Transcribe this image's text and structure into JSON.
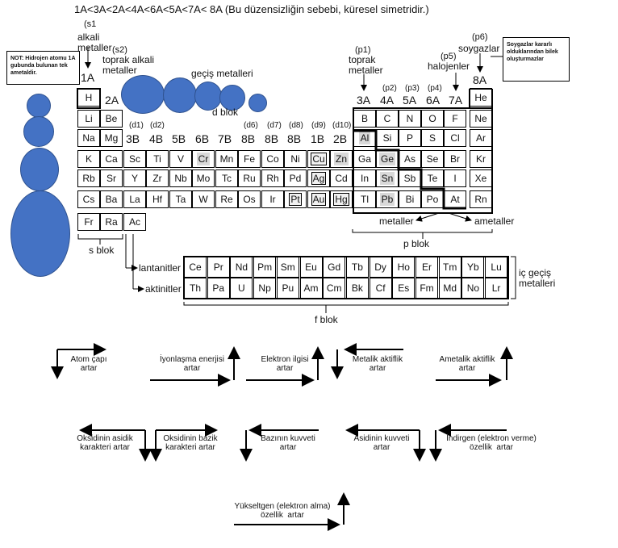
{
  "title": "1A<3A<2A<4A<6A<5A<7A< 8A (Bu düzensizliğin sebebi, küresel simetridir.)",
  "note_h": "NOT: Hidrojen atomu 1A gubunda bulunan tek ametaldir.",
  "note_noble": "Soygazlar kararlı olduklarından bilek oluşturmazlar",
  "labels": {
    "s1": "(s1",
    "alkali": "alkali\nmetaller",
    "s2": "(s2)",
    "toprak_alkali": "toprak alkali\nmetaller",
    "gecis": "geçiş metalleri",
    "d_blok": "d blok",
    "p1": "(p1)",
    "toprak_metaller": "toprak\nmetaller",
    "p5": "(p5)",
    "halojenler": "halojenler",
    "p6": "(p6)",
    "soygazlar": "soygazlar",
    "s_blok": "s blok",
    "p_blok": "p blok",
    "f_blok": "f blok",
    "metaller": "metaller",
    "ametaller": "ametaller",
    "lantanitler": "lantanitler",
    "aktinitler": "aktinitler",
    "ic_gecis": "iç geçiş\nmetalleri"
  },
  "groups": {
    "g1A": "1A",
    "g2A": "2A",
    "g3A": "3A",
    "g4A": "4A",
    "g5A": "5A",
    "g6A": "6A",
    "g7A": "7A",
    "g8A": "8A",
    "g3B": "3B",
    "g4B": "4B",
    "g5B": "5B",
    "g6B": "6B",
    "g7B": "7B",
    "g8B1": "8B",
    "g8B2": "8B",
    "g8B3": "8B",
    "g1B": "1B",
    "g2B": "2B",
    "p2": "(p2)",
    "p3": "(p3)",
    "p4": "(p4)",
    "d1": "(d1)",
    "d2": "(d2)",
    "d6": "(d6)",
    "d7": "(d7)",
    "d8": "(d8)",
    "d9": "(d9)",
    "d10": "(d10)"
  },
  "elements": [
    "H",
    "He",
    "Li",
    "Be",
    "B",
    "C",
    "N",
    "O",
    "F",
    "Ne",
    "Na",
    "Mg",
    "Al",
    "Si",
    "P",
    "S",
    "Cl",
    "Ar",
    "K",
    "Ca",
    "Sc",
    "Ti",
    "V",
    "Cr",
    "Mn",
    "Fe",
    "Co",
    "Ni",
    "Cu",
    "Zn",
    "Ga",
    "Ge",
    "As",
    "Se",
    "Br",
    "Kr",
    "Rb",
    "Sr",
    "Y",
    "Zr",
    "Nb",
    "Mo",
    "Tc",
    "Ru",
    "Rh",
    "Pd",
    "Ag",
    "Cd",
    "In",
    "Sn",
    "Sb",
    "Te",
    "I",
    "Xe",
    "Cs",
    "Ba",
    "La",
    "Hf",
    "Ta",
    "W",
    "Re",
    "Os",
    "Ir",
    "Pt",
    "Au",
    "Hg",
    "Tl",
    "Pb",
    "Bi",
    "Po",
    "At",
    "Rn",
    "Fr",
    "Ra",
    "Ac",
    "Ce",
    "Pr",
    "Nd",
    "Pm",
    "Sm",
    "Eu",
    "Gd",
    "Tb",
    "Dy",
    "Ho",
    "Er",
    "Tm",
    "Yb",
    "Lu",
    "Th",
    "Pa",
    "U",
    "Np",
    "Pu",
    "Am",
    "Cm",
    "Bk",
    "Cf",
    "Es",
    "Fm",
    "Md",
    "No",
    "Lr"
  ],
  "trends": {
    "atom_capi": "Atom çapı\nartar",
    "iyonlasma": "İyonlaşma enerjisi\nartar",
    "elektron_ilgisi": "Elektron ilgisi\nartar",
    "metalik": "Metalik aktiflik\nartar",
    "ametalik": "Ametalik aktiflik\nartar",
    "oksit_asidik": "Oksidinin asidik\nkarakteri artar",
    "oksit_bazik": "Oksidinin bazik\nkarakteri artar",
    "baz": "Bazının kuvveti\nartar",
    "asit": "Asidinin kuvveti\nartar",
    "indirgen": "İndirgen (elektron verme)\nözellik  artar",
    "yukseltgen": "Yükseltgen (elektron alma)\nözellik  artar"
  },
  "colors": {
    "ball": "#4472c4",
    "shade": "#d9d9d9"
  }
}
